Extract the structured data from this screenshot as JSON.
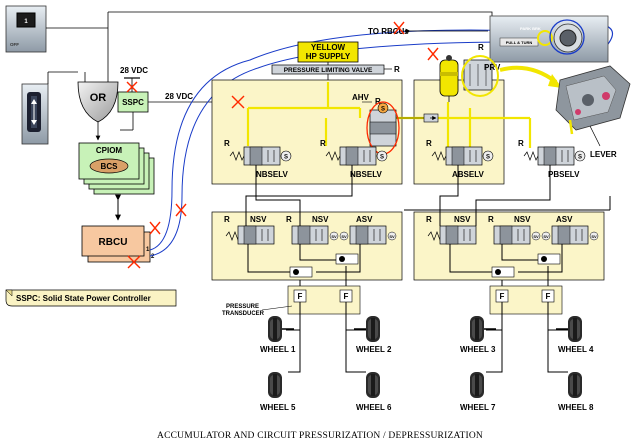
{
  "caption": "ACCUMULATOR AND CIRCUIT PRESSURIZATION / DEPRESSURIZATION",
  "panel_switch": {
    "top": "1",
    "bottom_left": "OFF"
  },
  "or_gate": "OR",
  "supply_voltage_1": "28 VDC",
  "supply_voltage_2": "28 VDC",
  "sspc": "SSPC",
  "cpiom": "CPIOM",
  "bcs": "BCS",
  "rbcu": "RBCU",
  "rbcu_port_1": "1",
  "rbcu_port_2": "2",
  "to_rbcus": "TO RBCUs",
  "yellow_hp_supply": [
    "YELLOW",
    "HP SUPPLY"
  ],
  "pressure_limiting_valve": "PRESSURE LIMITING VALVE",
  "r_label": "R",
  "ahv": "AHV",
  "s_label": "S",
  "prv": "PRV",
  "lever": "LEVER",
  "park_handle": {
    "line1": "PARK BRK",
    "line2": "PULL & TURN"
  },
  "valves": {
    "nbselv_1": "NBSELV",
    "nbselv_2": "NBSELV",
    "abselv": "ABSELV",
    "pbselv": "PBSELV"
  },
  "nsv": "NSV",
  "asv": "ASV",
  "sv": "SV",
  "f_label": "F",
  "pressure_transducer": [
    "PRESSURE",
    "TRANSDUCER"
  ],
  "wheels": [
    "WHEEL 1",
    "WHEEL 2",
    "WHEEL 3",
    "WHEEL 4",
    "WHEEL 5",
    "WHEEL 6",
    "WHEEL 7",
    "WHEEL 8"
  ],
  "sspc_note": "SSPC: Solid State Power Controller",
  "colors": {
    "hydraulic_yellow": "#f2e600",
    "circuit_fill": "#fbf5c8",
    "accent_red": "#ff2a00",
    "signal_blue": "#1a3cc8",
    "cpiom_green": "#c8f2b8",
    "rbcu_orange": "#f7c8a0",
    "bcs_brown": "#d9a067"
  }
}
